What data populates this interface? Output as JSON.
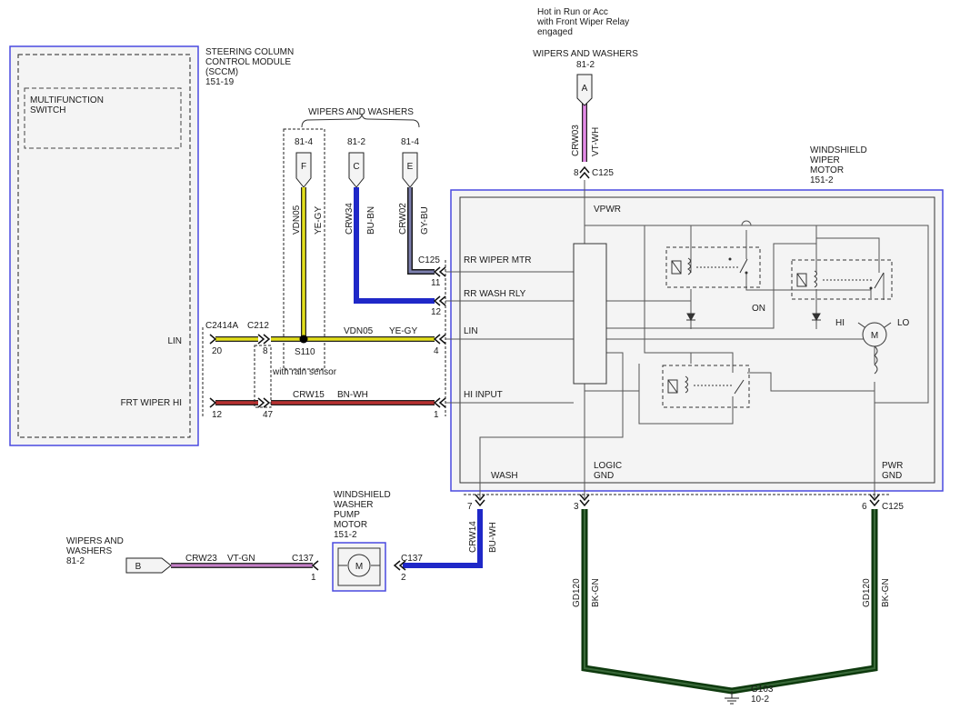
{
  "colors": {
    "module_border": "#4a4ae0",
    "module_fill": "#f4f4f4",
    "yellow_wire": "#e3df1a",
    "blue_wire": "#1f28c8",
    "violet_wire": "#e58ce8",
    "red_wire": "#b83030",
    "ground_wire": "#0e3a0e",
    "gray_wire": "#7c7fae"
  },
  "sccm": {
    "title_1": "STEERING COLUMN",
    "title_2": "CONTROL MODULE",
    "title_3": "(SCCM)",
    "ref": "151-19",
    "switch_1": "MULTIFUNCTION",
    "switch_2": "SWITCH",
    "pin_lin": "LIN",
    "pin_frt": "FRT WIPER HI"
  },
  "wipers_group": {
    "label": "WIPERS AND WASHERS",
    "connectors": [
      {
        "ref": "81-4",
        "letter": "F",
        "circuit": "VDN05",
        "color": "YE-GY"
      },
      {
        "ref": "81-2",
        "letter": "C",
        "circuit": "CRW34",
        "color": "BU-BN"
      },
      {
        "ref": "81-4",
        "letter": "E",
        "circuit": "CRW02",
        "color": "GY-BU"
      }
    ]
  },
  "power_note": {
    "line_1": "Hot in Run or Acc",
    "line_2": "with Front Wiper Relay",
    "line_3": "engaged",
    "label": "WIPERS AND WASHERS",
    "ref": "81-2",
    "letter": "A",
    "circuit": "CRW03",
    "color": "VT-WH",
    "pin": "8",
    "conn": "C125"
  },
  "lin_wire": {
    "conn_a": "C2414A",
    "pin_a": "20",
    "conn_b": "C212",
    "pin_b": "8",
    "splice": "S110",
    "splice_note": "with rain sensor",
    "circuit": "VDN05",
    "color": "YE-GY",
    "pin_end": "4"
  },
  "hi_wire": {
    "pin_a": "12",
    "pin_b": "47",
    "circuit": "CRW15",
    "color": "BN-WH",
    "pin_end": "1"
  },
  "motor": {
    "title_1": "WINDSHIELD",
    "title_2": "WIPER",
    "title_3": "MOTOR",
    "ref": "151-2",
    "conn_c125": "C125",
    "pin_11": "11",
    "pin_12": "12",
    "vpwr": "VPWR",
    "rr_wiper": "RR WIPER MTR",
    "rr_wash": "RR WASH RLY",
    "lin": "LIN",
    "hi_input": "HI INPUT",
    "wash": "WASH",
    "logic_1": "LOGIC",
    "logic_2": "GND",
    "pwr_1": "PWR",
    "pwr_2": "GND",
    "on": "ON",
    "hi": "HI",
    "lo": "LO",
    "m": "M",
    "pin_3": "3",
    "pin_6": "6",
    "conn_bottom": "C125",
    "pin_7": "7"
  },
  "pump": {
    "title_1": "WINDSHIELD",
    "title_2": "WASHER",
    "title_3": "PUMP",
    "title_4": "MOTOR",
    "ref": "151-2",
    "m": "M"
  },
  "pump_wires": {
    "b_label_1": "WIPERS AND",
    "b_label_2": "WASHERS",
    "b_ref": "81-2",
    "b_letter": "B",
    "left_circuit": "CRW23",
    "left_color": "VT-GN",
    "left_conn": "C137",
    "left_pin": "1",
    "right_conn": "C137",
    "right_pin": "2",
    "vert_circuit": "CRW14",
    "vert_color": "BU-WH"
  },
  "ground": {
    "left_circuit": "GD120",
    "left_color": "BK-GN",
    "right_circuit": "GD120",
    "right_color": "BK-GN",
    "name": "G103",
    "ref": "10-2"
  }
}
